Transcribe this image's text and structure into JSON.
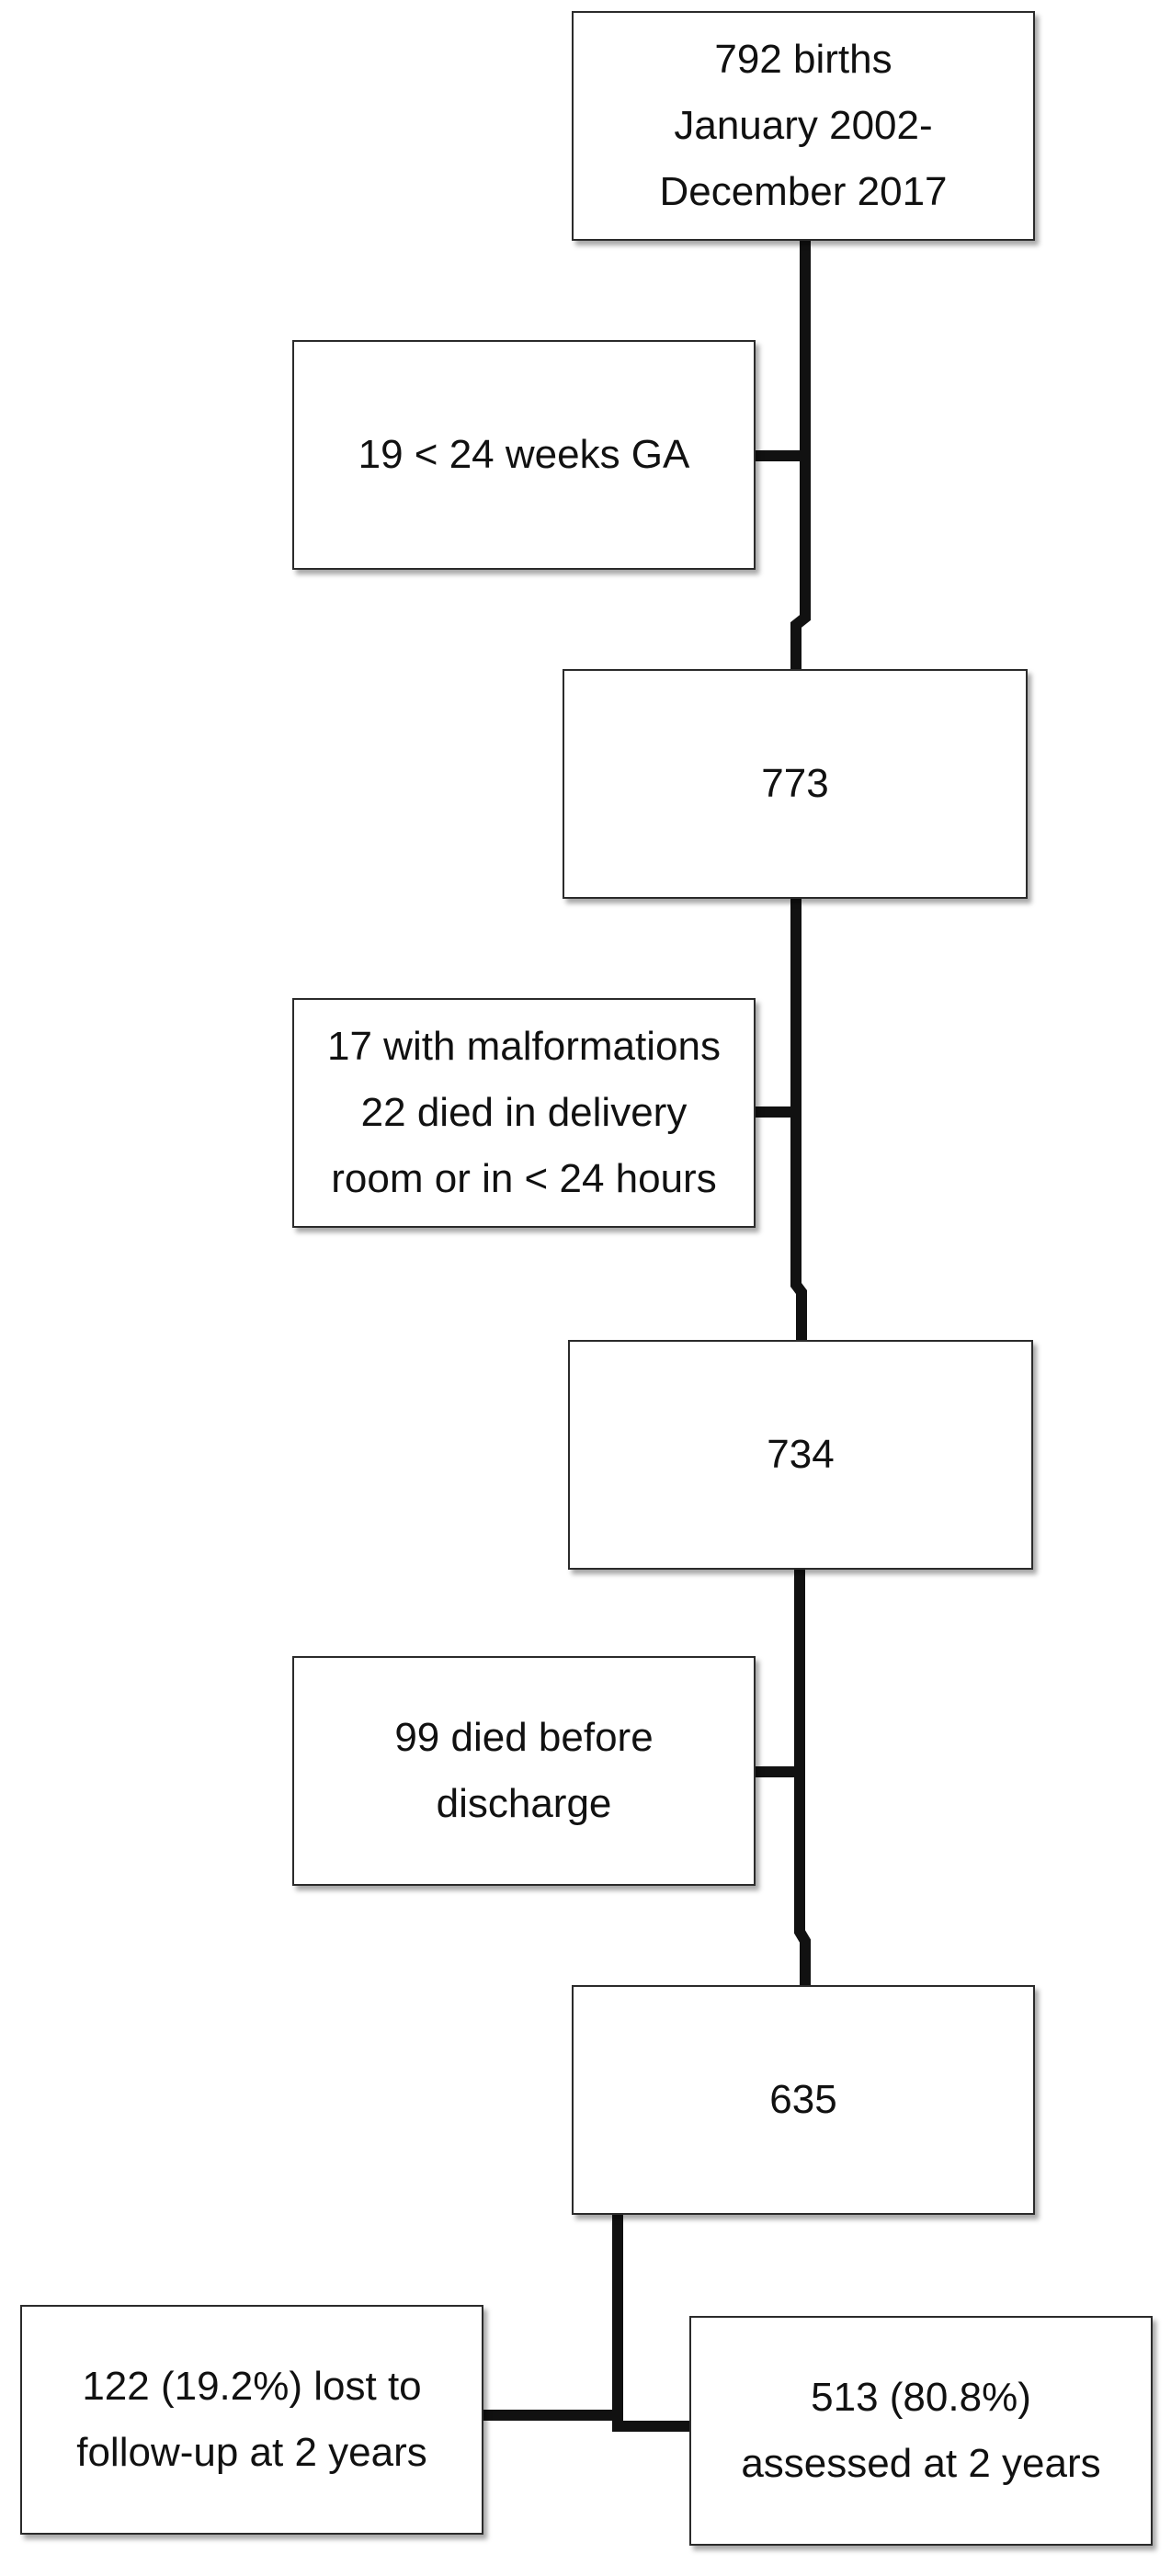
{
  "flowchart": {
    "start": {
      "line1": "792 births",
      "line2": "January 2002-",
      "line3": "December 2017"
    },
    "exclusion_1": {
      "line1": "19 < 24 weeks GA"
    },
    "stage_2": {
      "count": "773"
    },
    "exclusion_2": {
      "line1": "17 with malformations",
      "line2": "22 died in delivery",
      "line3": "room or in < 24 hours"
    },
    "stage_3": {
      "count": "734"
    },
    "exclusion_3": {
      "line1": "99 died before",
      "line2": "discharge"
    },
    "stage_4": {
      "count": "635"
    },
    "lost_to_follow_up": {
      "line1": "122 (19.2%) lost to",
      "line2": "follow-up at 2 years"
    },
    "assessed": {
      "line1": "513 (80.8%)",
      "line2": "assessed at 2 years"
    }
  },
  "colors": {
    "connector": "#111111",
    "box_border": "#2b2b2b",
    "background": "#ffffff"
  }
}
